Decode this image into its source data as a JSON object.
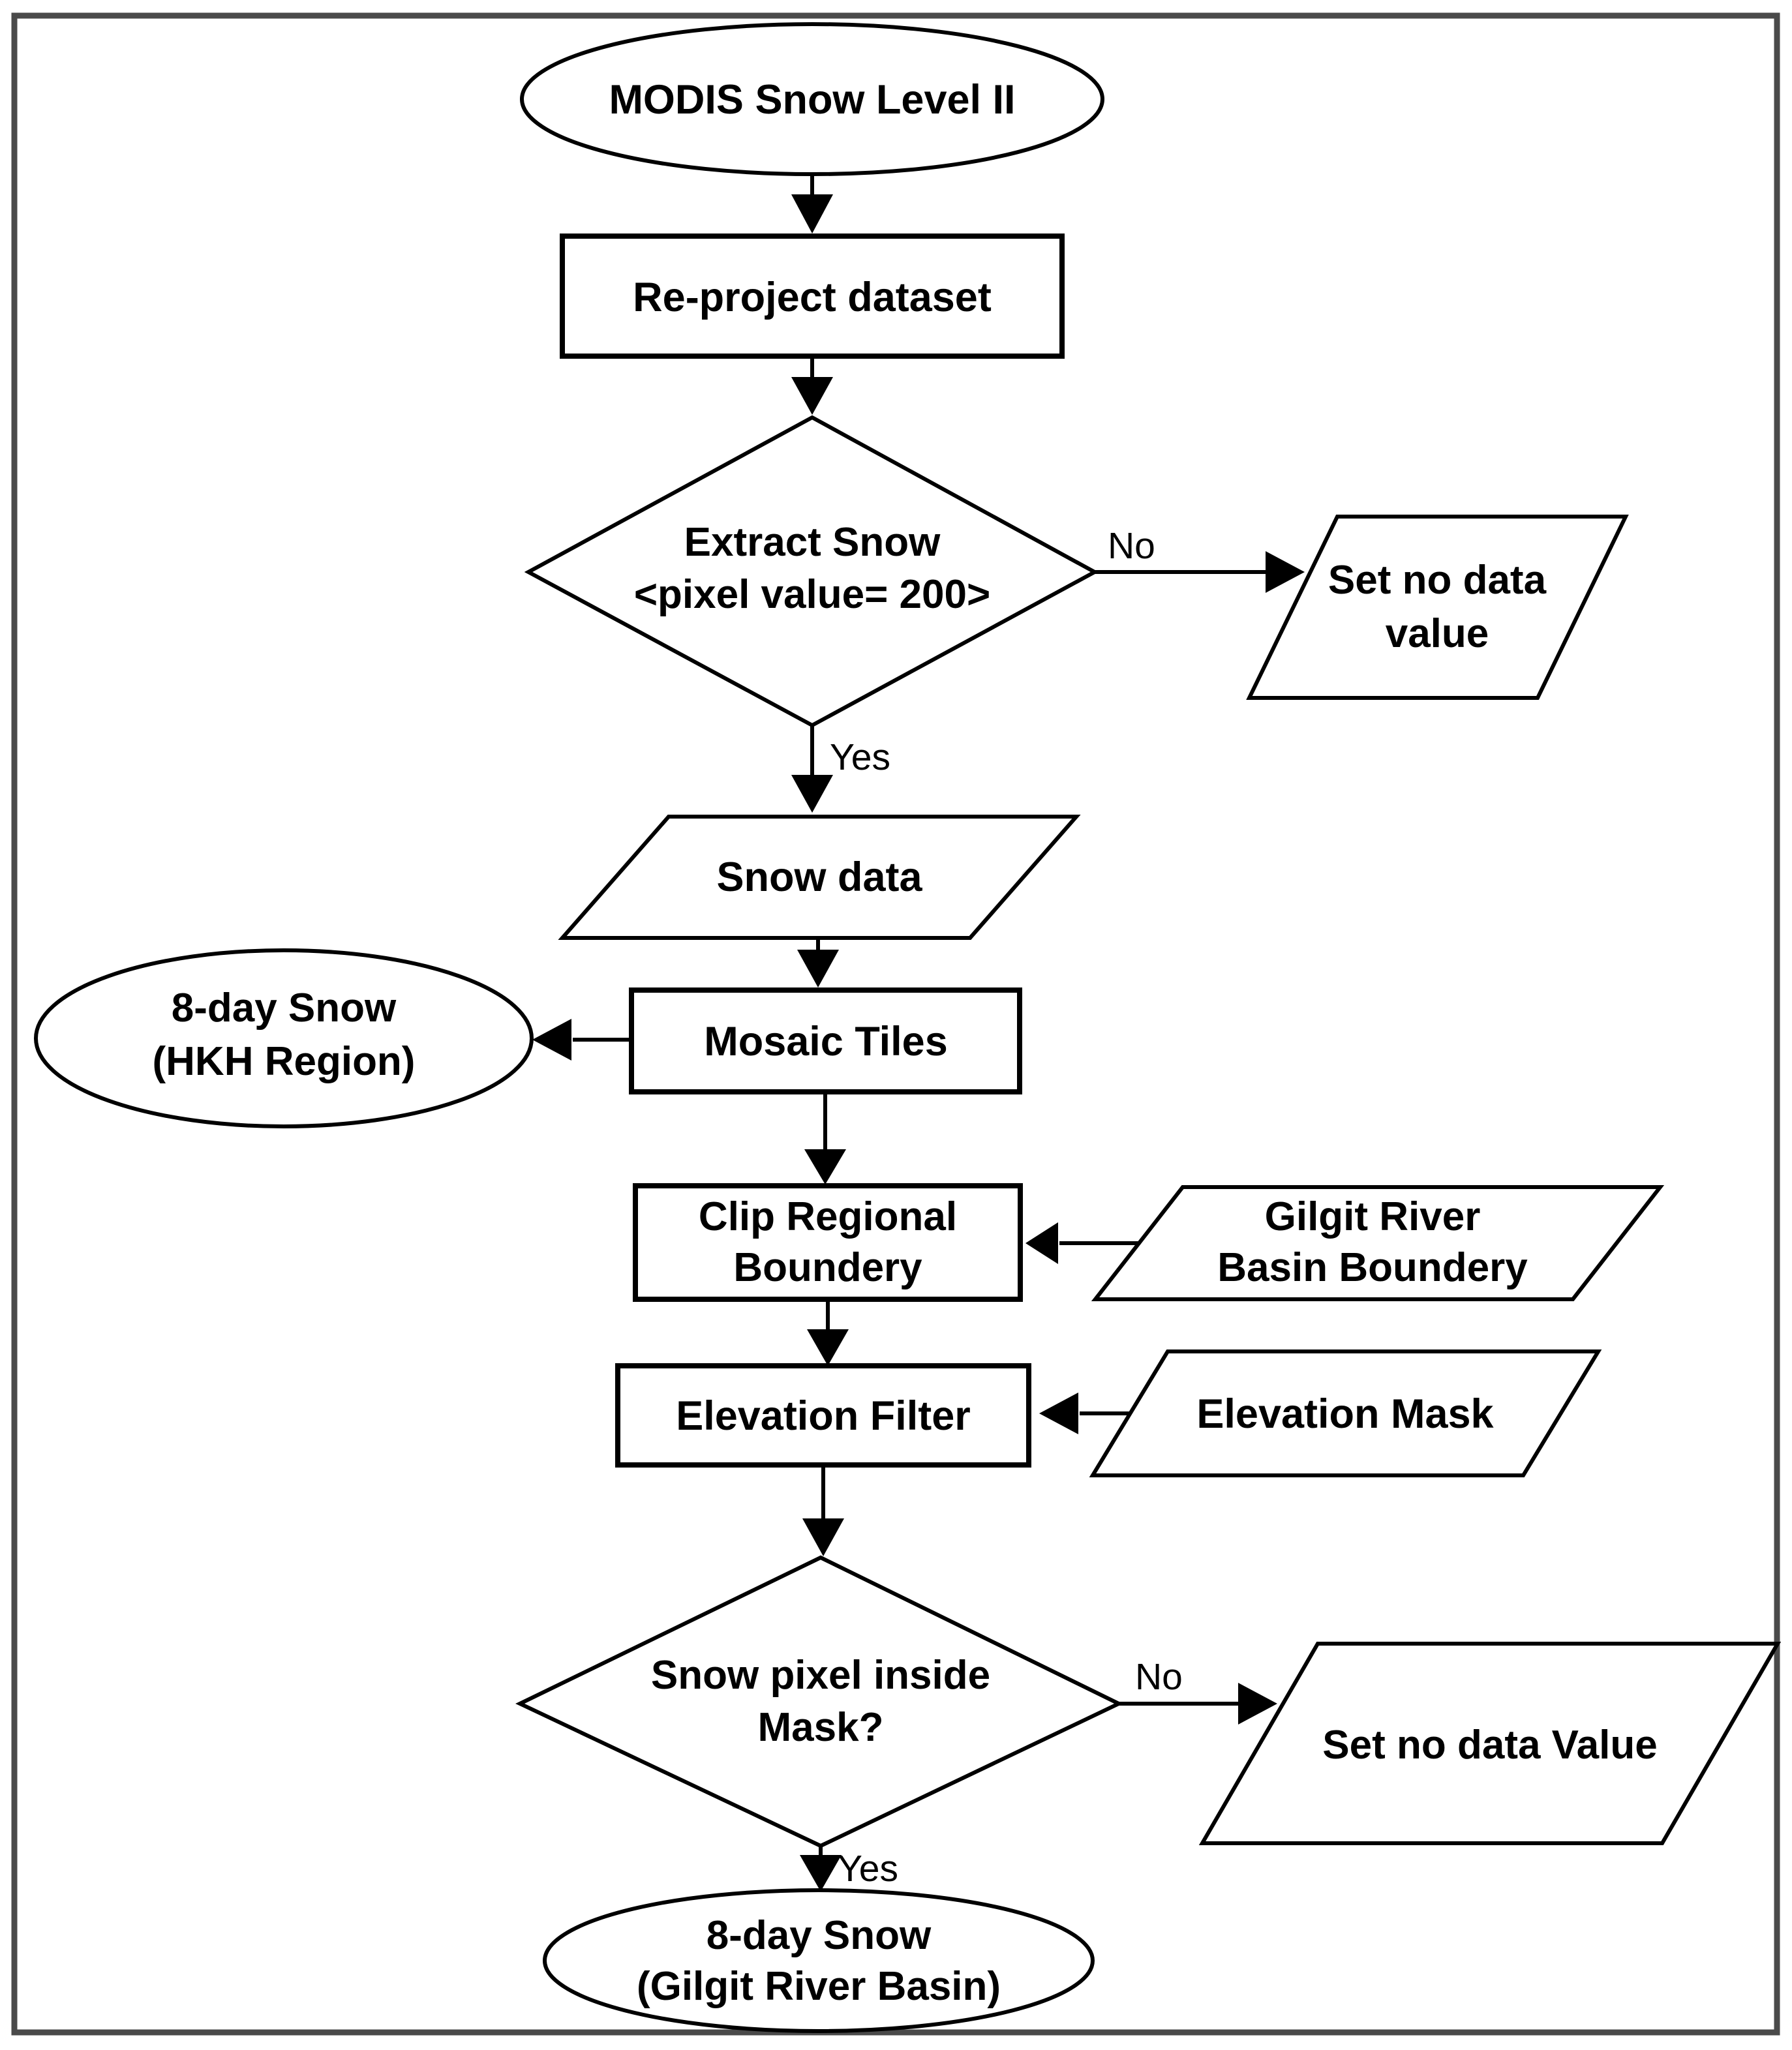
{
  "colors": {
    "ink": "#000000",
    "fill": "#ffffff",
    "frame": "#4a4a4a"
  },
  "nodes": {
    "start": {
      "label": "MODIS Snow Level II"
    },
    "reproject": {
      "label": "Re-project dataset"
    },
    "extract_snow": {
      "lines": [
        "Extract Snow",
        "<pixel value= 200>"
      ]
    },
    "set_no_data_1": {
      "lines": [
        "Set no data",
        "value"
      ]
    },
    "snow_data": {
      "label": "Snow data"
    },
    "mosaic_tiles": {
      "label": "Mosaic Tiles"
    },
    "hkh_output": {
      "lines": [
        "8-day Snow",
        "(HKH Region)"
      ]
    },
    "clip_boundary": {
      "lines": [
        "Clip Regional",
        "Boundery"
      ]
    },
    "gilgit_boundary": {
      "lines": [
        "Gilgit River",
        "Basin Boundery"
      ]
    },
    "elevation_filter": {
      "label": "Elevation Filter"
    },
    "elevation_mask": {
      "label": "Elevation Mask"
    },
    "inside_mask": {
      "lines": [
        "Snow pixel inside",
        "Mask?"
      ]
    },
    "set_no_data_2": {
      "label": "Set no data Value"
    },
    "end_output": {
      "lines": [
        "8-day Snow",
        "(Gilgit River Basin)"
      ]
    }
  },
  "branches": {
    "extract_no": "No",
    "extract_yes": "Yes",
    "mask_no": "No",
    "mask_yes": "Yes"
  }
}
